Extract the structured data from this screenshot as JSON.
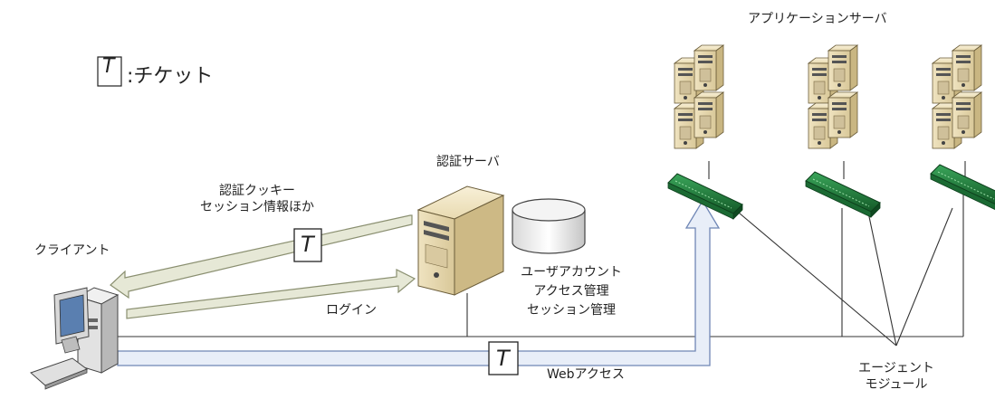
{
  "legend": {
    "symbol": "T",
    "text": ":チケット"
  },
  "labels": {
    "app_servers": "アプリケーションサーバ",
    "auth_server": "認証サーバ",
    "cookie_line1": "認証クッキー",
    "cookie_line2": "セッション情報ほか",
    "client": "クライアント",
    "account_line1": "ユーザアカウント",
    "account_line2": "アクセス管理",
    "account_line3": "セッション管理",
    "login": "ログイン",
    "web_access": "Webアクセス",
    "agent_line1": "エージェント",
    "agent_line2": "モジュール"
  },
  "ticket_symbol": "T",
  "colors": {
    "server_body": "#f2e6c4",
    "server_shade": "#d8c79a",
    "switch_green": "#1f7a3a",
    "arrow_fill": "#e6e8d6",
    "web_arrow_fill": "#e8eef8",
    "line": "#333333"
  }
}
